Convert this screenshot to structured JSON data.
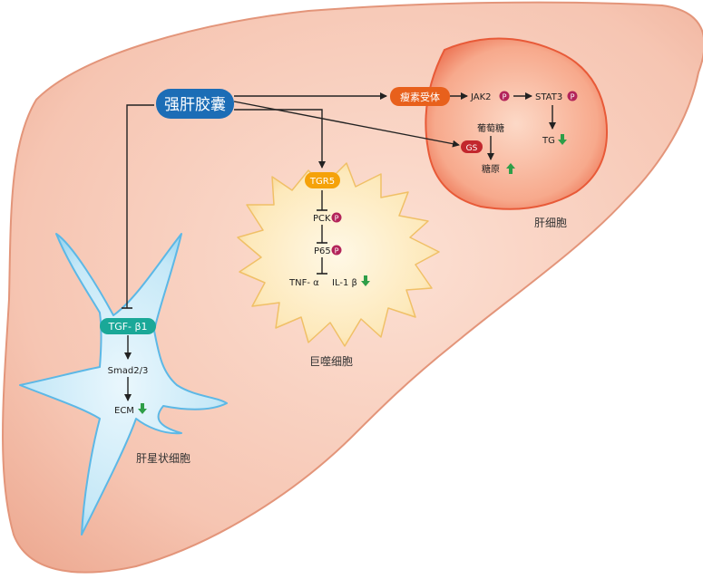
{
  "drug": {
    "label": "强肝胶囊"
  },
  "hepatocyte": {
    "name": "肝细胞",
    "receptor": "瘦素受体",
    "jak2": "JAK2",
    "stat3": "STAT3",
    "tg": "TG",
    "glucose": "葡萄糖",
    "gs": "GS",
    "glycogen": "糖原"
  },
  "macrophage": {
    "name": "巨噬细胞",
    "tgr5": "TGR5",
    "pck": "PCK",
    "p65": "P65",
    "tnf": "TNF- α",
    "il1b": "IL-1 β"
  },
  "stellate": {
    "name": "肝星状细胞",
    "tgfb1": "TGF- β1",
    "smad": "Smad2/3",
    "ecm": "ECM"
  },
  "phospho_badge": "P",
  "colors": {
    "liver": "#f6c9b8",
    "hepatocyte": "#f08a6c",
    "macrophage": "#fbe6b3",
    "stellate": "#bfe3f4",
    "drug_pill": "#1c6db6",
    "receptor_pill": "#e8601c",
    "tgr5_pill": "#f5a20a",
    "tgf_pill": "#1aa898",
    "gs_pill": "#c2272d",
    "phospho": "#b3245a",
    "arrow_green": "#2e9e48"
  }
}
